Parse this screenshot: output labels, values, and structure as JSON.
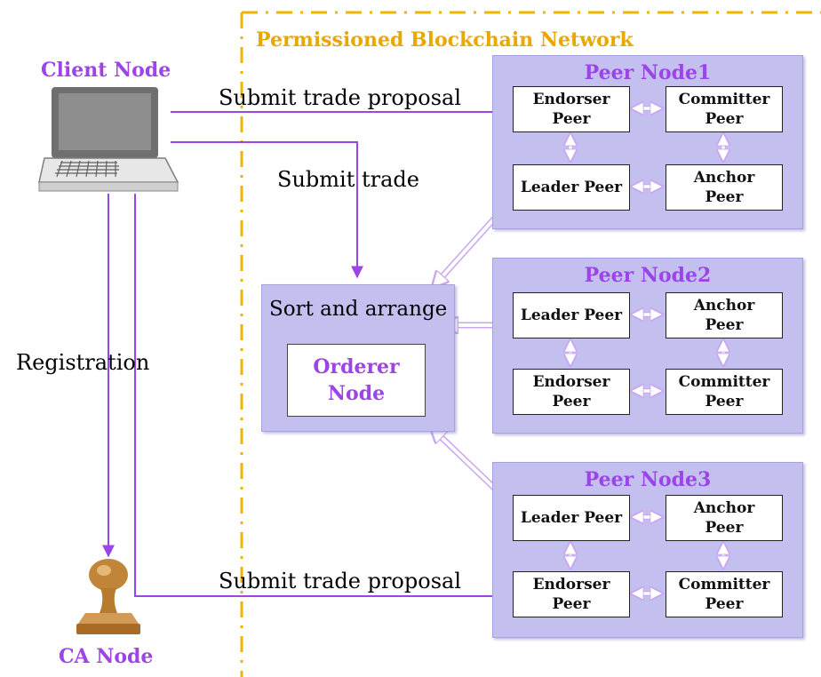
{
  "network_title": "Permissioned Blockchain Network",
  "client_node_label": "Client Node",
  "ca_node_label": "CA Node",
  "edges": {
    "submit_trade_proposal_top": "Submit trade proposal",
    "submit_trade": "Submit trade",
    "registration": "Registration",
    "submit_trade_proposal_bottom": "Submit trade proposal"
  },
  "orderer": {
    "caption": "Sort and arrange",
    "label": "Orderer\nNode"
  },
  "peer_nodes": [
    {
      "title": "Peer Node1",
      "peers": [
        "Endorser\nPeer",
        "Committer\nPeer",
        "Leader Peer",
        "Anchor\nPeer"
      ]
    },
    {
      "title": "Peer Node2",
      "peers": [
        "Leader Peer",
        "Anchor\nPeer",
        "Endorser\nPeer",
        "Committer\nPeer"
      ]
    },
    {
      "title": "Peer Node3",
      "peers": [
        "Leader Peer",
        "Anchor\nPeer",
        "Endorser\nPeer",
        "Committer\nPeer"
      ]
    }
  ],
  "colors": {
    "accent_purple": "#9b45e8",
    "network_border_gold": "#f0b400",
    "panel_fill": "#c3c0f0"
  },
  "icons": [
    "laptop-icon",
    "stamp-icon"
  ]
}
